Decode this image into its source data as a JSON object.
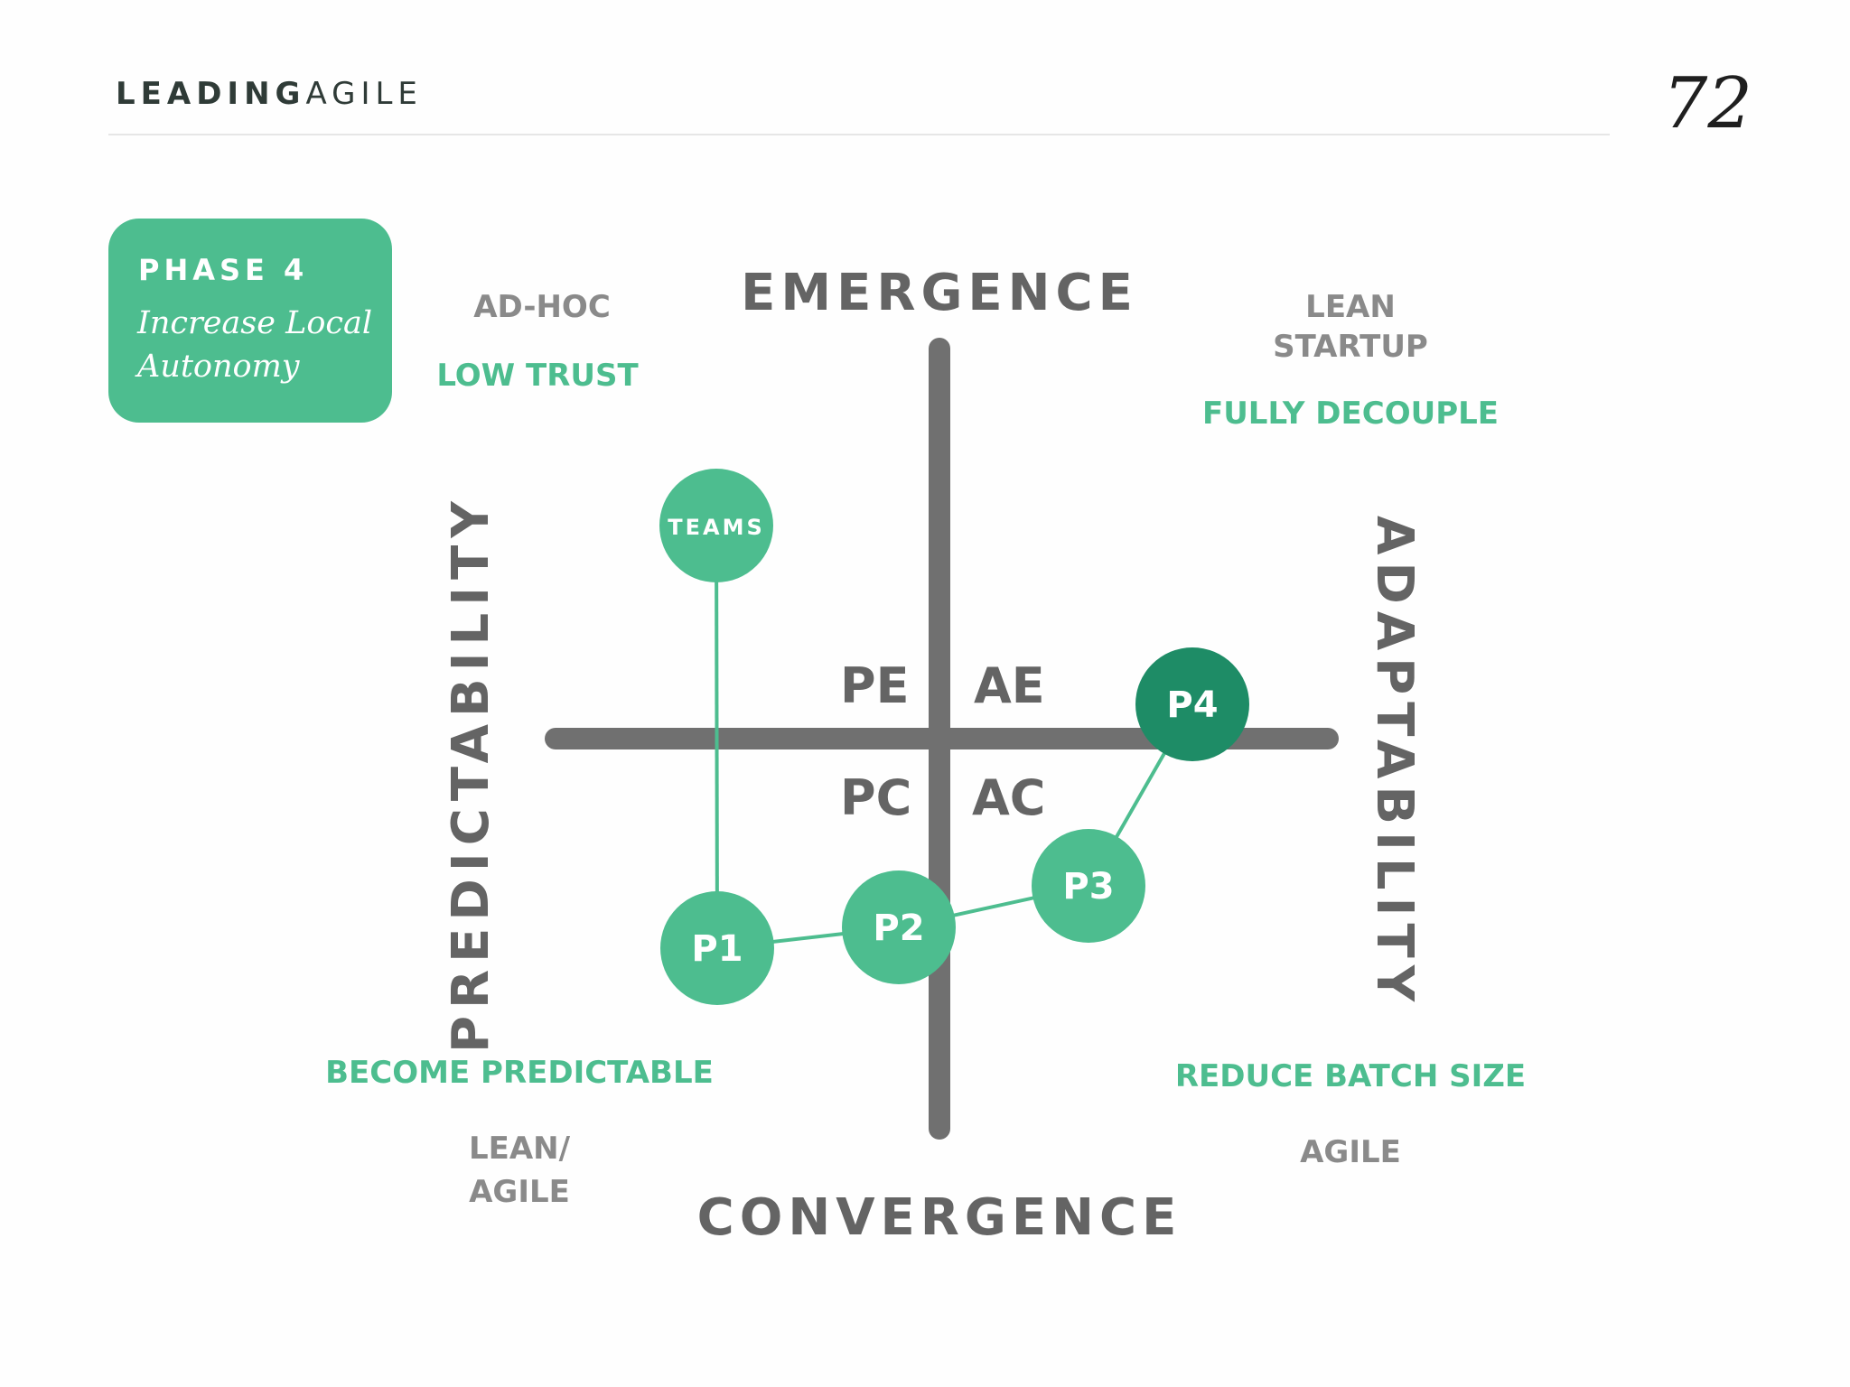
{
  "header": {
    "brand_bold": "LEADING",
    "brand_light": "AGILE",
    "page_number": "72"
  },
  "phase": {
    "title": "PHASE 4",
    "subtitle": "Increase Local Autonomy"
  },
  "axes": {
    "top": "EMERGENCE",
    "bottom": "CONVERGENCE",
    "left": "PREDICTABILITY",
    "right": "ADAPTABILITY"
  },
  "quadrants": {
    "top_left": "PE",
    "top_right": "AE",
    "bottom_left": "PC",
    "bottom_right": "AC"
  },
  "corners": {
    "top_left": {
      "style": "AD-HOC",
      "goal": "LOW TRUST"
    },
    "top_right": {
      "style_line1": "LEAN",
      "style_line2": "STARTUP",
      "goal": "FULLY DECOUPLE"
    },
    "bottom_left": {
      "goal": "BECOME PREDICTABLE",
      "style_line1": "LEAN/",
      "style_line2": "AGILE"
    },
    "bottom_right": {
      "goal": "REDUCE BATCH SIZE",
      "style": "AGILE"
    }
  },
  "nodes": [
    {
      "id": "teams",
      "label": "TEAMS",
      "highlighted": false
    },
    {
      "id": "p1",
      "label": "P1",
      "highlighted": false
    },
    {
      "id": "p2",
      "label": "P2",
      "highlighted": false
    },
    {
      "id": "p3",
      "label": "P3",
      "highlighted": false
    },
    {
      "id": "p4",
      "label": "P4",
      "highlighted": true
    }
  ],
  "colors": {
    "green": "#4dbd8f",
    "dark_green": "#1e8c66",
    "axis_gray": "#707070",
    "label_gray": "#8a8a8a"
  }
}
